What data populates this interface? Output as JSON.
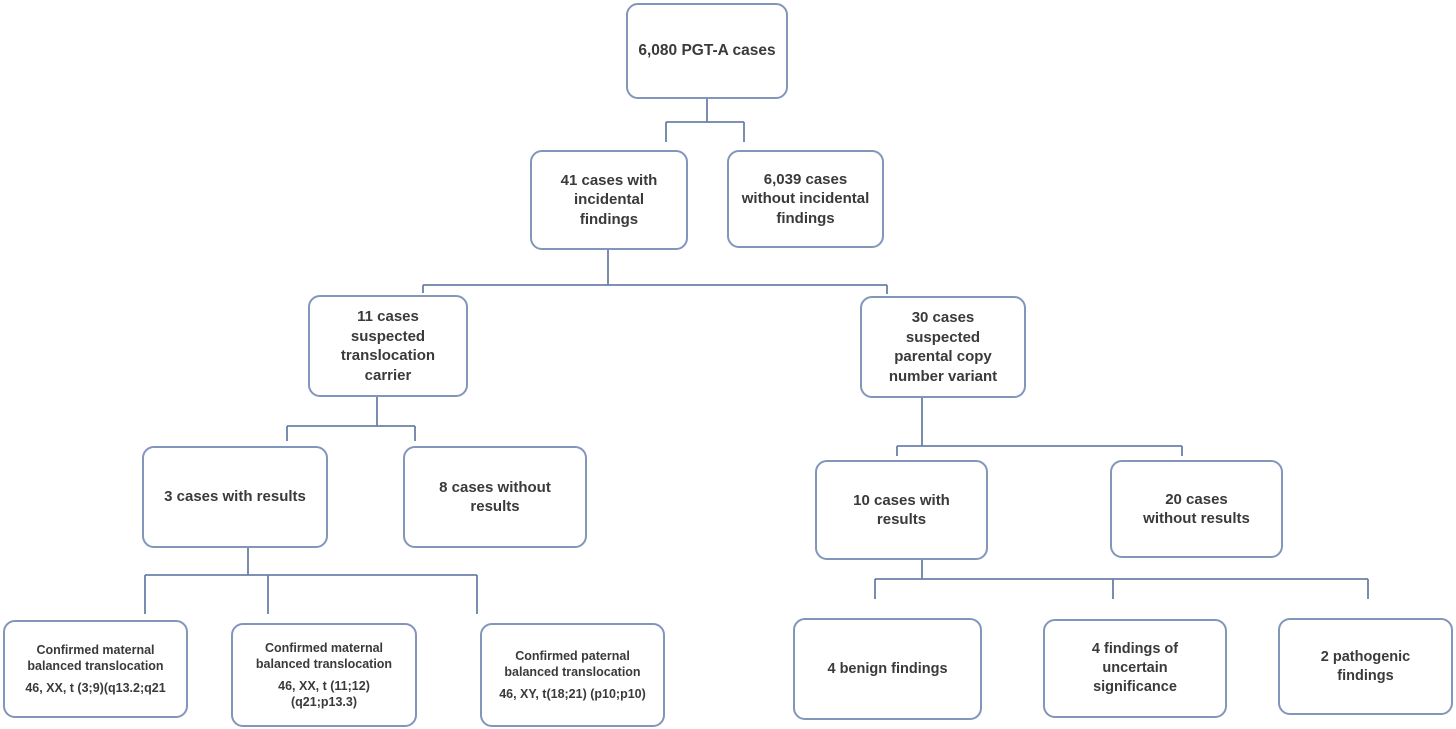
{
  "colors": {
    "line": "#6b80a8",
    "arrow": "#3a63ae",
    "box_border": "#8295bb",
    "text": "#3a3a3a",
    "background": "#ffffff"
  },
  "nodes": {
    "root": {
      "label": "6,080 PGT-A cases"
    },
    "cases_with_findings": {
      "label": "41 cases with incidental findings"
    },
    "cases_without_findings": {
      "label": "6,039 cases without incidental findings"
    },
    "suspected_translocation": {
      "label": "11 cases suspected translocation carrier"
    },
    "suspected_cnv": {
      "label": "30 cases suspected parental copy number variant"
    },
    "translocation_with_results": {
      "label": "3 cases with results"
    },
    "translocation_without_results": {
      "label": "8 cases without results"
    },
    "cnv_with_results": {
      "label": "10 cases with results"
    },
    "cnv_without_results": {
      "label": "20 cases without results"
    },
    "maternal_translocation_1": {
      "label": "Confirmed maternal balanced translocation",
      "karyotype": "46, XX, t (3;9)(q13.2;q21"
    },
    "maternal_translocation_2": {
      "label": "Confirmed maternal balanced translocation",
      "karyotype": "46, XX, t (11;12) (q21;p13.3)"
    },
    "paternal_translocation": {
      "label": "Confirmed paternal balanced translocation",
      "karyotype": "46, XY, t(18;21) (p10;p10)"
    },
    "benign": {
      "label": "4 benign findings"
    },
    "uncertain": {
      "label": "4 findings of uncertain significance"
    },
    "pathogenic": {
      "label": "2 pathogenic findings"
    }
  },
  "edges": [
    {
      "from": "root",
      "to": [
        "cases_with_findings",
        "cases_without_findings"
      ]
    },
    {
      "from": "cases_with_findings",
      "to": [
        "suspected_translocation",
        "suspected_cnv"
      ]
    },
    {
      "from": "suspected_translocation",
      "to": [
        "translocation_with_results",
        "translocation_without_results"
      ]
    },
    {
      "from": "suspected_cnv",
      "to": [
        "cnv_with_results",
        "cnv_without_results"
      ]
    },
    {
      "from": "translocation_with_results",
      "to": [
        "maternal_translocation_1",
        "maternal_translocation_2",
        "paternal_translocation"
      ]
    },
    {
      "from": "cnv_with_results",
      "to": [
        "benign",
        "uncertain",
        "pathogenic"
      ]
    }
  ]
}
